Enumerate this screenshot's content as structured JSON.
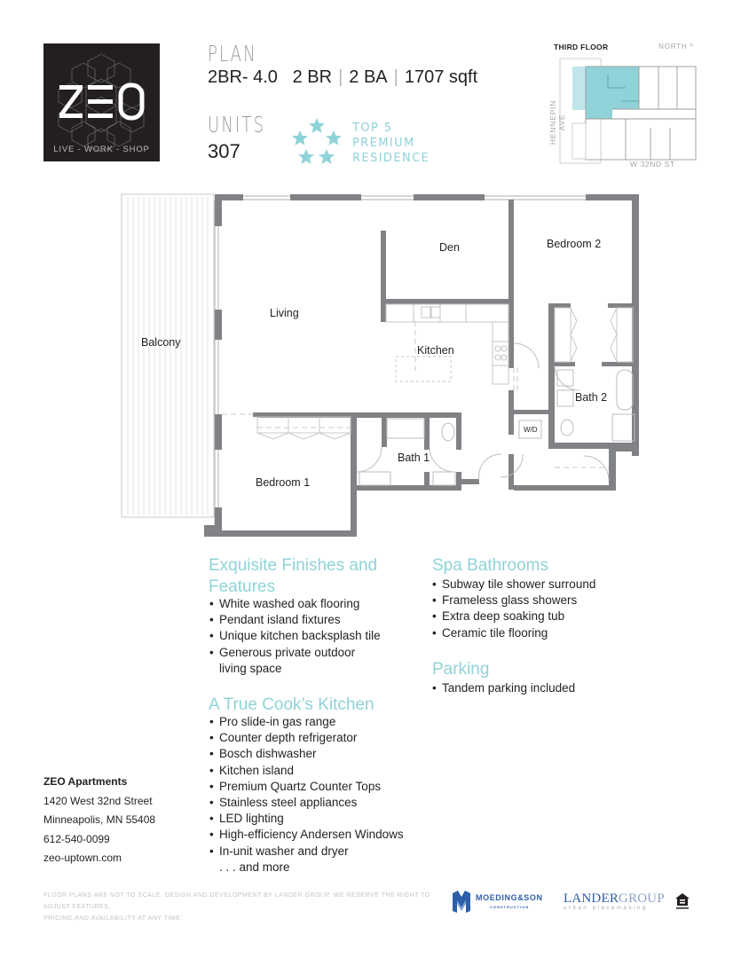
{
  "logo": {
    "wordmark": "ZEO",
    "tagline": "LIVE - WORK - SHOP"
  },
  "plan": {
    "label": "PLAN",
    "code": "2BR- 4.0",
    "bedrooms": "2 BR",
    "bathrooms": "2 BA",
    "area": "1707 sqft",
    "separator": "|"
  },
  "units": {
    "label": "UNITS",
    "numbers": "307"
  },
  "badge": {
    "icon": "five-stars-icon",
    "star_count": 5,
    "color": "#8fd3d9",
    "lines": [
      "TOP 5",
      "PREMIUM",
      "RESIDENCE"
    ]
  },
  "key_plan": {
    "floor": "THIRD FLOOR",
    "north": "NORTH ^",
    "street_south": "W 32ND ST",
    "street_west": "HENNEPIN AVE",
    "highlight_color": "#8fd3d9"
  },
  "floor_plan": {
    "rooms": {
      "balcony": "Balcony",
      "living": "Living",
      "den": "Den",
      "kitchen": "Kitchen",
      "bedroom2": "Bedroom 2",
      "bath2": "Bath 2",
      "bath1": "Bath 1",
      "bedroom1": "Bedroom 1",
      "wd": "W/D"
    },
    "wall_color": "#808285"
  },
  "features": {
    "finishes": {
      "heading_line1": "Exquisite Finishes and",
      "heading_line2": "Features",
      "items": [
        "White washed oak flooring",
        "Pendant island fixtures",
        "Unique kitchen backsplash tile",
        "Generous private outdoor",
        "living space"
      ]
    },
    "kitchen": {
      "heading": "A True Cook’s Kitchen",
      "items": [
        "Pro slide-in gas range",
        "Counter depth refrigerator",
        "Bosch dishwasher",
        "Kitchen island",
        "Premium Quartz Counter Tops",
        "Stainless steel appliances",
        "LED lighting",
        "High-efficiency Andersen Windows",
        "In-unit washer and dryer",
        ". . . and more"
      ]
    },
    "spa": {
      "heading": "Spa Bathrooms",
      "items": [
        "Subway tile shower surround",
        "Frameless glass showers",
        "Extra deep soaking tub",
        "Ceramic tile flooring"
      ]
    },
    "parking": {
      "heading": "Parking",
      "items": [
        "Tandem parking included"
      ]
    },
    "accent_color": "#8fd3d9"
  },
  "contact": {
    "name": "ZEO Apartments",
    "street": "1420 West 32nd Street",
    "city": "Minneapolis, MN 55408",
    "phone": "612-540-0099",
    "website": "zeo-uptown.com"
  },
  "disclaimer": {
    "line1": "Floor plans are not to scale. Design and development by Lander Group. We reserve the right to adjust features,",
    "line2": "pricing,and availability at any time."
  },
  "footer_logos": {
    "moeding": {
      "name": "MOEDING&SON",
      "sub": "CONSTRUCTION",
      "icon": "moeding-m-icon"
    },
    "lander": {
      "name_bold": "LANDER",
      "name_light": "GROUP",
      "sub": "urban placemaking"
    },
    "eho": {
      "icon": "equal-housing-icon"
    }
  }
}
